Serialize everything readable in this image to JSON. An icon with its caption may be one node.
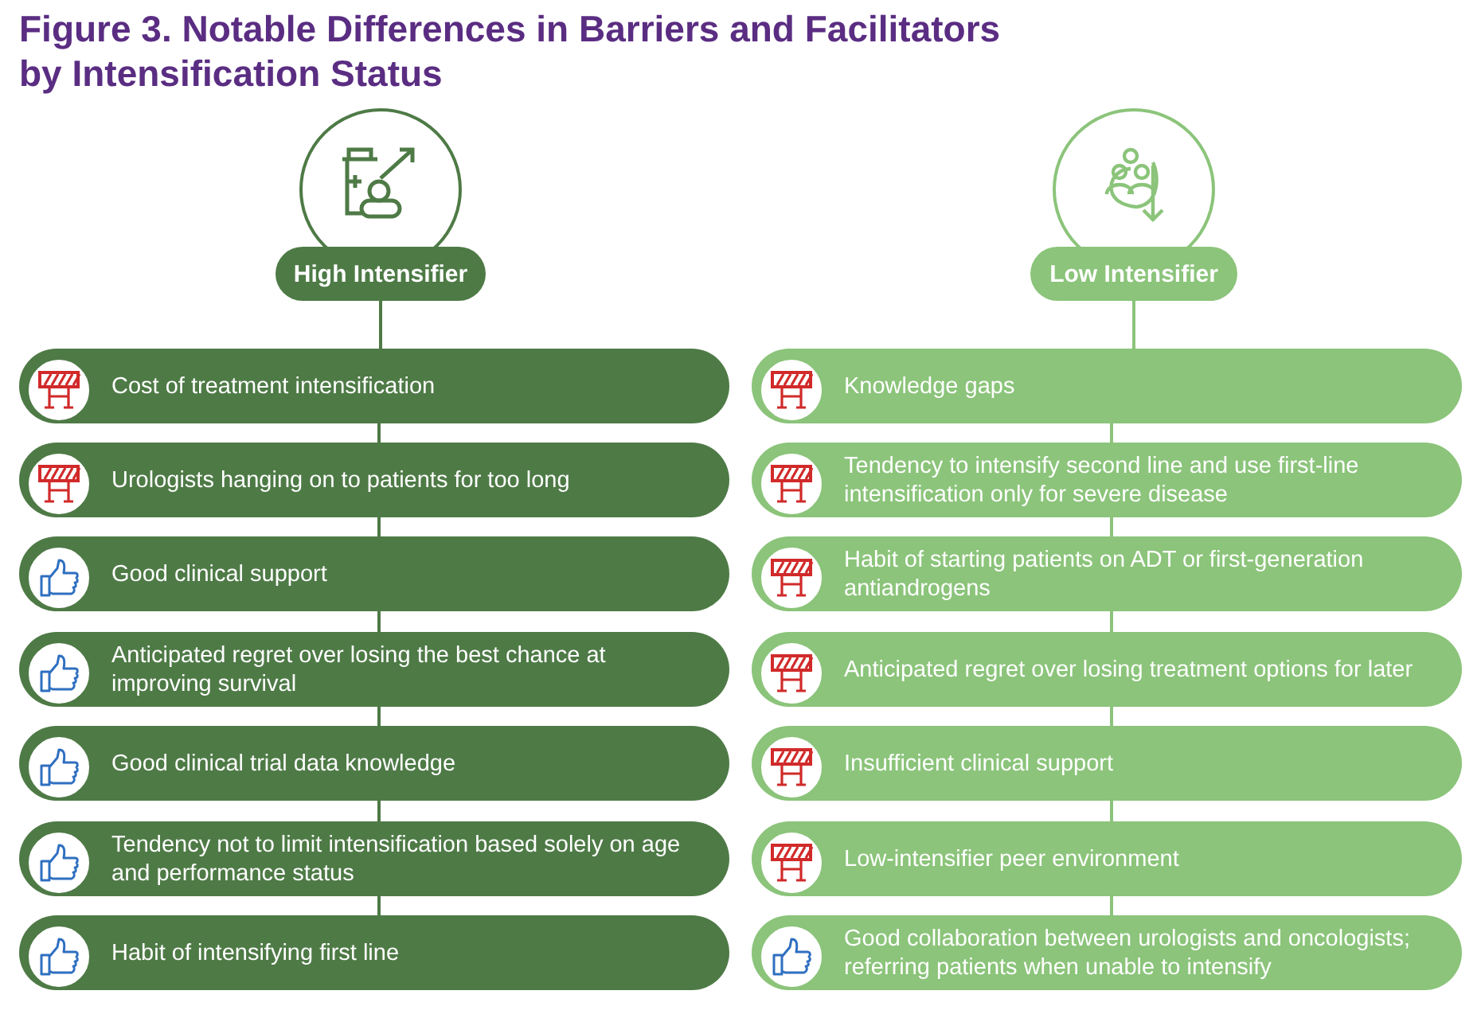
{
  "diagram": {
    "title": "Figure 3. Notable Differences in Barriers and Facilitators by Intensification Status",
    "nodes": [
      {
        "text": [
          "High Intensifier"
        ]
      },
      {
        "text": [
          "Cost of treatment intensification"
        ]
      },
      {
        "text": [
          "Urologists hanging on to patients for too long"
        ]
      },
      {
        "text": [
          "Good clinical support"
        ]
      },
      {
        "text": [
          "Anticipated regret over losing the best chance at improving survival"
        ]
      },
      {
        "text": [
          "Good clinical trial data knowledge"
        ]
      },
      {
        "text": [
          "Tendency not to limit intensification based solely on age and performance status"
        ]
      },
      {
        "text": [
          "Habit of intensifying first line"
        ]
      },
      {
        "text": [
          "Low Intensifier"
        ]
      },
      {
        "text": [
          "Knowledge gaps"
        ]
      },
      {
        "text": [
          "Tendency to intensify second line and use first-line intensification only for severe disease"
        ]
      },
      {
        "text": [
          "Habit of starting patients on ADT or first-generation antiandrogens"
        ]
      },
      {
        "text": [
          "Anticipated regret over losing treatment options for later"
        ]
      },
      {
        "text": [
          "Insufficient clinical support"
        ]
      },
      {
        "text": [
          "Low-intensifier peer environment"
        ]
      },
      {
        "text": [
          "Good collaboration between urologists and oncologists; referring patients when unable to intensify"
        ]
      }
    ],
    "edges": [
      {
        "from": 0,
        "to": 1,
        "arrow": "none"
      },
      {
        "from": 1,
        "to": 2,
        "arrow": "none"
      },
      {
        "from": 2,
        "to": 3,
        "arrow": "none"
      },
      {
        "from": 3,
        "to": 4,
        "arrow": "none"
      },
      {
        "from": 4,
        "to": 5,
        "arrow": "none"
      },
      {
        "from": 5,
        "to": 6,
        "arrow": "none"
      },
      {
        "from": 6,
        "to": 7,
        "arrow": "none"
      },
      {
        "from": 8,
        "to": 9,
        "arrow": "none"
      },
      {
        "from": 9,
        "to": 10,
        "arrow": "none"
      },
      {
        "from": 10,
        "to": 11,
        "arrow": "none"
      },
      {
        "from": 11,
        "to": 12,
        "arrow": "none"
      },
      {
        "from": 12,
        "to": 13,
        "arrow": "none"
      },
      {
        "from": 13,
        "to": 14,
        "arrow": "none"
      },
      {
        "from": 14,
        "to": 15,
        "arrow": "none"
      }
    ]
  }
}
